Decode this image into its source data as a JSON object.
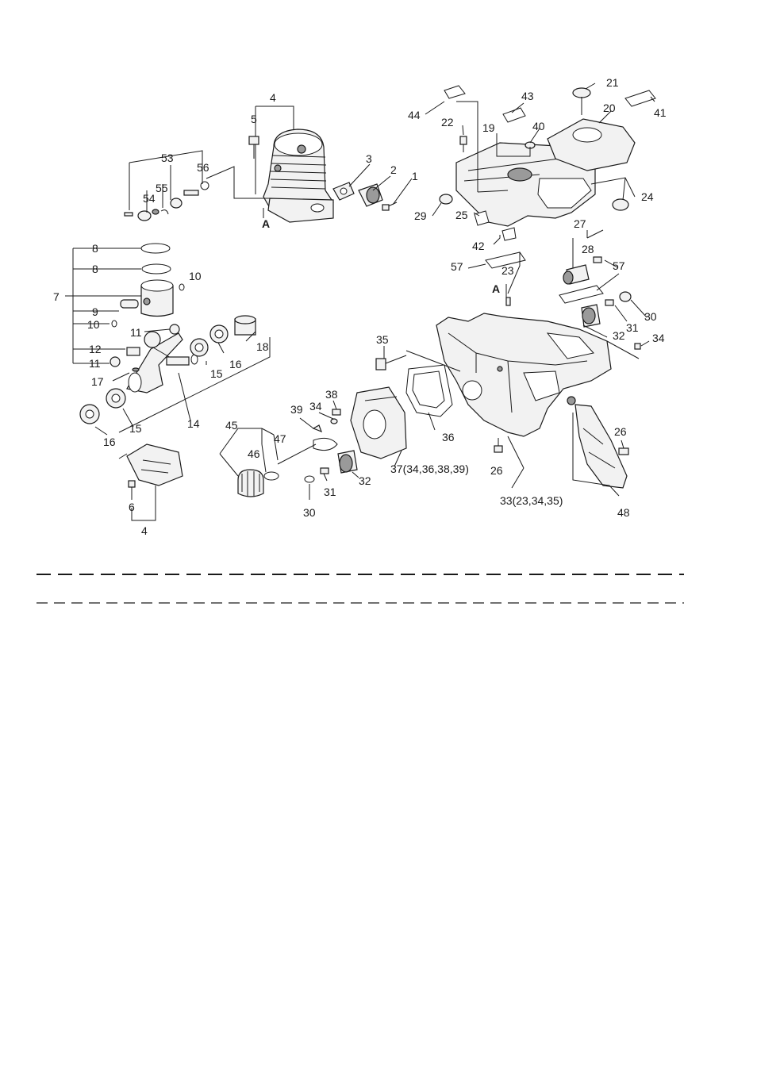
{
  "callouts": {
    "n1": "1",
    "n2": "2",
    "n3": "3",
    "n4a": "4",
    "n4b": "4",
    "n5": "5",
    "n6": "6",
    "n7": "7",
    "n8a": "8",
    "n8b": "8",
    "n9": "9",
    "n10a": "10",
    "n10b": "10",
    "n11a": "11",
    "n11b": "11",
    "n12": "12",
    "n14": "14",
    "n15a": "15",
    "n15b": "15",
    "n16a": "16",
    "n16b": "16",
    "n17": "17",
    "n18": "18",
    "n19": "19",
    "n20": "20",
    "n21": "21",
    "n22": "22",
    "n23": "23",
    "n24": "24",
    "n25": "25",
    "n26a": "26",
    "n26b": "26",
    "n27": "27",
    "n28": "28",
    "n29": "29",
    "n30a": "30",
    "n30b": "30",
    "n31a": "31",
    "n31b": "31",
    "n32a": "32",
    "n32b": "32",
    "n33": "33(23,34,35)",
    "n34a": "34",
    "n34b": "34",
    "n35": "35",
    "n36": "36",
    "n37": "37(34,36,38,39)",
    "n38": "38",
    "n39": "39",
    "n40": "40",
    "n41": "41",
    "n42": "42",
    "n43": "43",
    "n44": "44",
    "n45": "45",
    "n46": "46",
    "n47": "47",
    "n48": "48",
    "n53": "53",
    "n54": "54",
    "n55": "55",
    "n56": "56",
    "n57a": "57",
    "n57b": "57",
    "refA1": "A",
    "refA2": "A"
  }
}
